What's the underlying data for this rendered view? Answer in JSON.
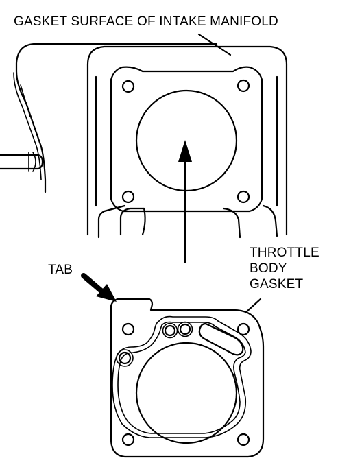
{
  "labels": {
    "manifold": "GASKET SURFACE OF INTAKE MANIFOLD",
    "tab": "TAB",
    "gasket_line1": "THROTTLE",
    "gasket_line2": "BODY",
    "gasket_line3": "GASKET"
  },
  "colors": {
    "ink": "#000000",
    "background": "#ffffff"
  }
}
